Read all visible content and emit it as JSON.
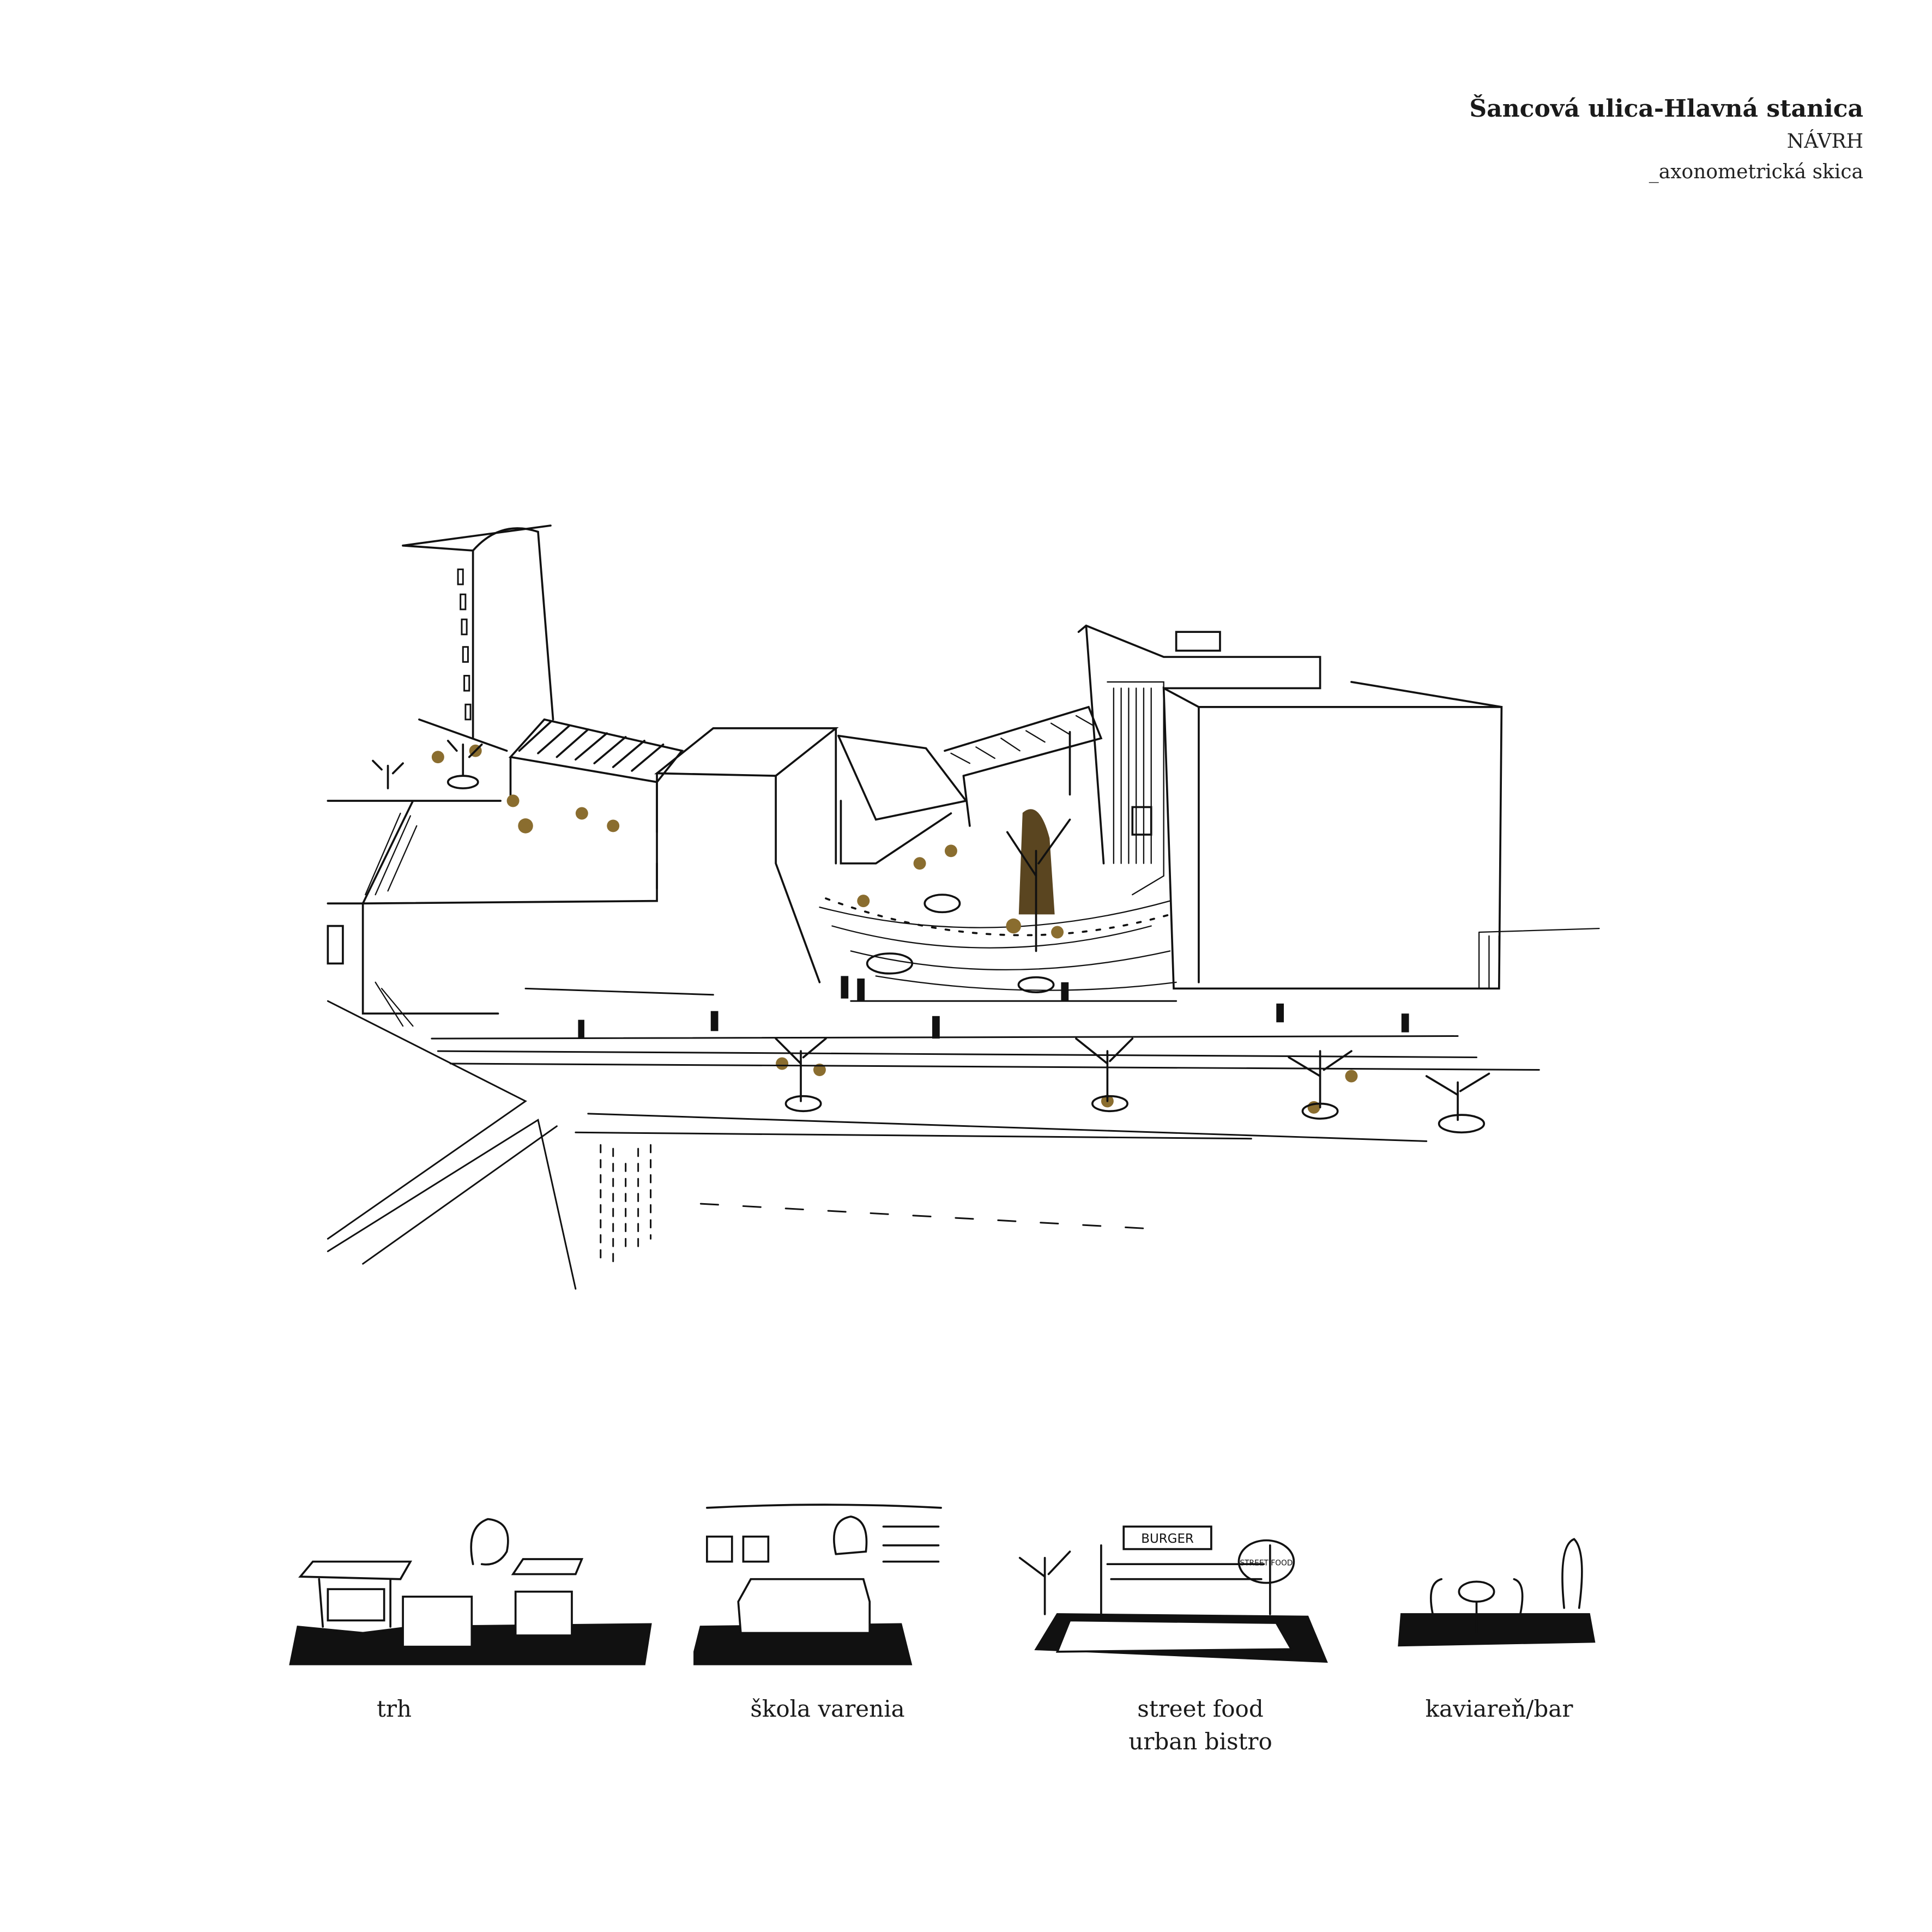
{
  "header": {
    "title": "Šancová ulica-Hlavná stanica",
    "subtitle": "NÁVRH",
    "caption": "_axonometrická skica"
  },
  "vignettes": [
    {
      "label": "trh"
    },
    {
      "label": "škola varenia"
    },
    {
      "label": "street food",
      "label2": "urban bistro",
      "sign": "BURGER",
      "bubble": "STREET FOOD"
    },
    {
      "label": "kaviareň/bar"
    }
  ],
  "colors": {
    "ink": "#111111",
    "accent": "#8a6d2f",
    "paper": "#ffffff"
  }
}
